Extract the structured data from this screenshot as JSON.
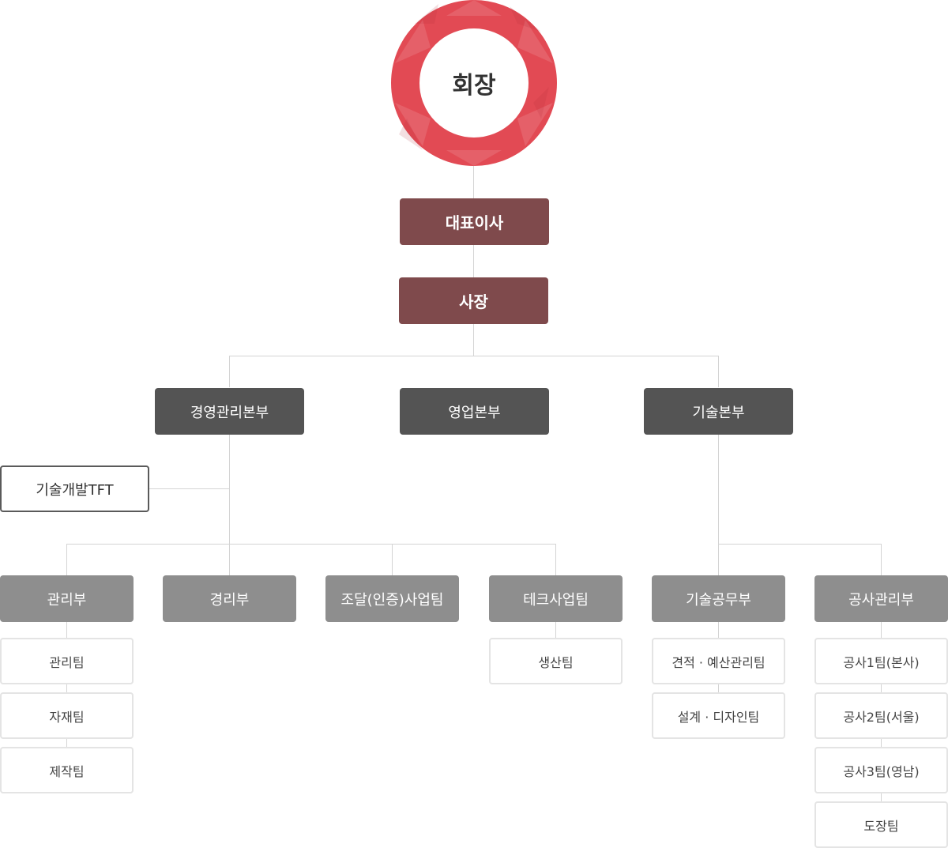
{
  "chairman": {
    "label": "회장",
    "ring_color": "#e24a54"
  },
  "ceo_rep": {
    "label": "대표이사"
  },
  "president": {
    "label": "사장"
  },
  "divisions": {
    "management": {
      "label": "경영관리본부"
    },
    "sales": {
      "label": "영업본부"
    },
    "technology": {
      "label": "기술본부"
    }
  },
  "tft": {
    "label": "기술개발TFT"
  },
  "departments": {
    "admin": {
      "label": "관리부",
      "teams": [
        "관리팀",
        "자재팀",
        "제작팀"
      ]
    },
    "accounting": {
      "label": "경리부",
      "teams": []
    },
    "procurement": {
      "label": "조달(인증)사업팀",
      "teams": []
    },
    "tech_biz": {
      "label": "테크사업팀",
      "teams": [
        "생산팀"
      ]
    },
    "tech_construction": {
      "label": "기술공무부",
      "teams": [
        "견적 · 예산관리팀",
        "설계 · 디자인팀"
      ]
    },
    "construction_mgmt": {
      "label": "공사관리부",
      "teams": [
        "공사1팀(본사)",
        "공사2팀(서울)",
        "공사3팀(영남)",
        "도장팀"
      ]
    }
  },
  "colors": {
    "executive": "#7f4a4c",
    "division": "#545454",
    "department": "#8e8e8e",
    "line": "#d4d4d4"
  }
}
